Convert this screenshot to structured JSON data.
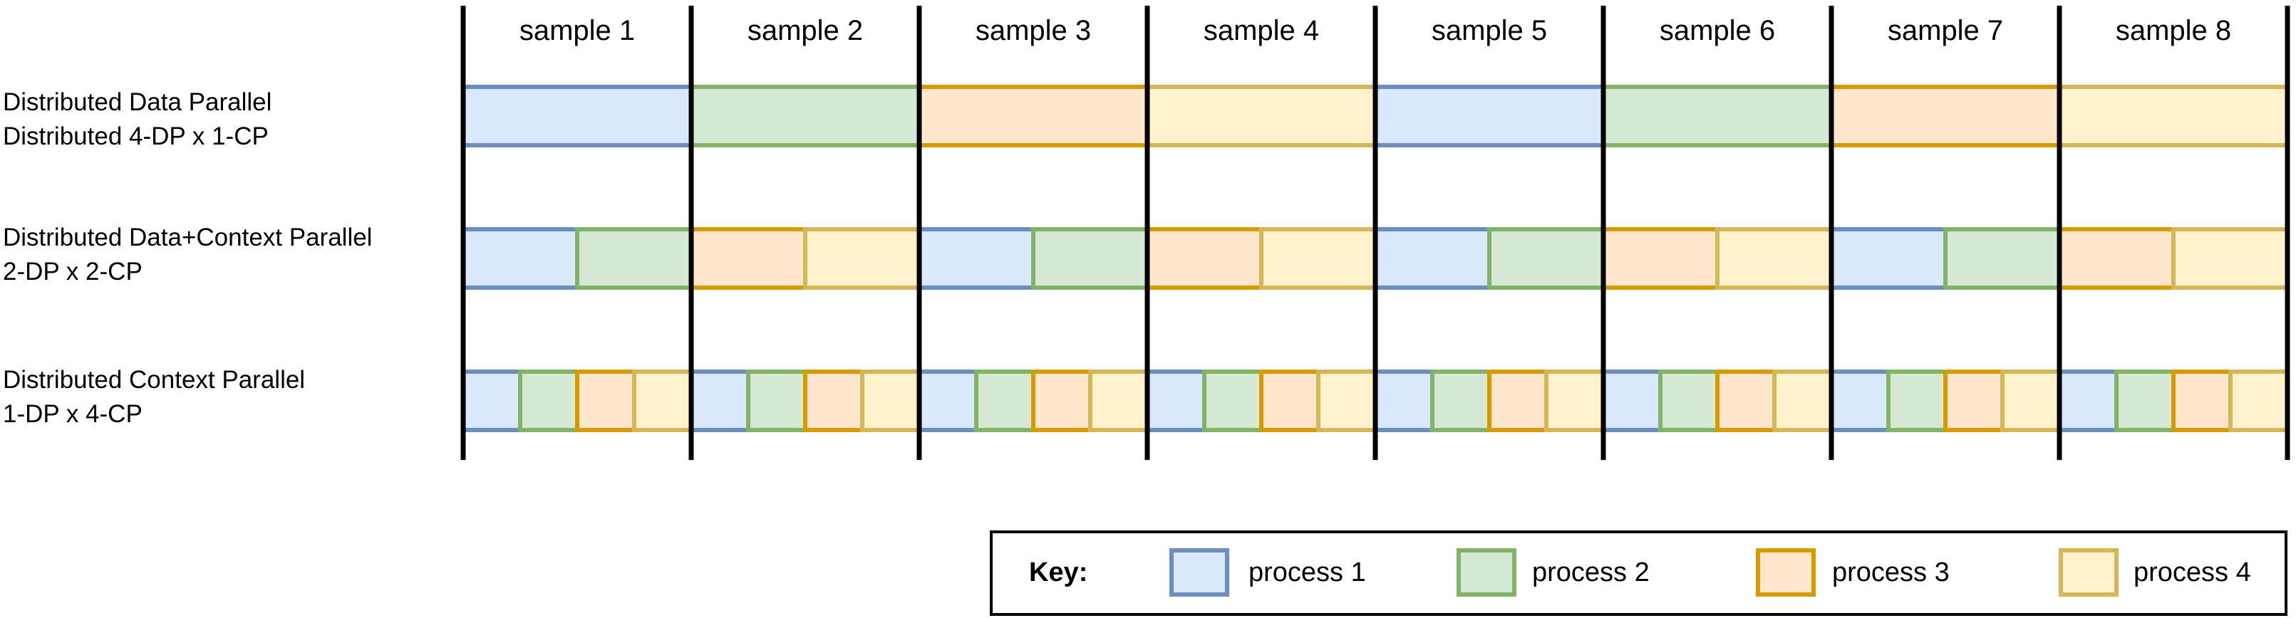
{
  "samples": [
    "sample 1",
    "sample 2",
    "sample 3",
    "sample 4",
    "sample 5",
    "sample 6",
    "sample 7",
    "sample 8"
  ],
  "rows": [
    {
      "label_line1": "Distributed Data Parallel",
      "label_line2": "Distributed 4-DP x 1-CP",
      "cp": 1,
      "pattern": [
        1,
        2,
        3,
        4,
        1,
        2,
        3,
        4
      ]
    },
    {
      "label_line1": "Distributed Data+Context Parallel",
      "label_line2": "2-DP x 2-CP",
      "cp": 2,
      "pattern": [
        [
          1,
          2
        ],
        [
          3,
          4
        ],
        [
          1,
          2
        ],
        [
          3,
          4
        ],
        [
          1,
          2
        ],
        [
          3,
          4
        ],
        [
          1,
          2
        ],
        [
          3,
          4
        ]
      ]
    },
    {
      "label_line1": "Distributed Context Parallel",
      "label_line2": "1-DP x 4-CP",
      "cp": 4,
      "pattern": [
        [
          1,
          2,
          3,
          4
        ],
        [
          1,
          2,
          3,
          4
        ],
        [
          1,
          2,
          3,
          4
        ],
        [
          1,
          2,
          3,
          4
        ],
        [
          1,
          2,
          3,
          4
        ],
        [
          1,
          2,
          3,
          4
        ],
        [
          1,
          2,
          3,
          4
        ],
        [
          1,
          2,
          3,
          4
        ]
      ]
    }
  ],
  "key": {
    "title": "Key:",
    "items": [
      {
        "label": "process 1",
        "fill": "#dae8fc",
        "stroke": "#6c8ebf"
      },
      {
        "label": "process 2",
        "fill": "#d5e8d4",
        "stroke": "#82b366"
      },
      {
        "label": "process 3",
        "fill": "#ffe6cc",
        "stroke": "#d79b00"
      },
      {
        "label": "process 4",
        "fill": "#fff2cc",
        "stroke": "#d6b656"
      }
    ]
  }
}
